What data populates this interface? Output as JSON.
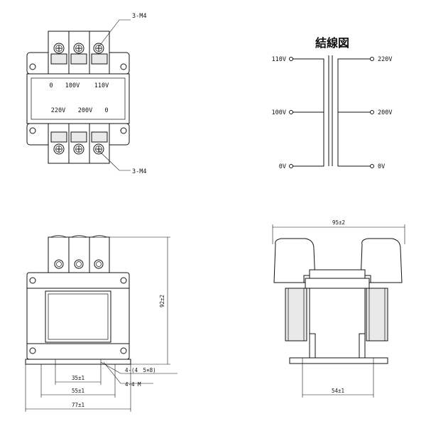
{
  "top_view": {
    "screw_label_top": "3-M4",
    "screw_label_bottom": "3-M4",
    "primary_row": [
      "0",
      "100V",
      "110V"
    ],
    "secondary_row": [
      "220V",
      "200V",
      "0"
    ]
  },
  "wiring": {
    "title": "結線図",
    "left_terminals": [
      "110V",
      "100V",
      "0V"
    ],
    "right_terminals": [
      "220V",
      "200V",
      "0V"
    ]
  },
  "front_view": {
    "height_dim": "92±2",
    "hole_spacing_dim": "35±1",
    "mount_spacing_dim": "55±1",
    "base_width_dim": "77±1",
    "slot_label": "4-(4　5×8)",
    "thread_label": "4-4 M"
  },
  "side_view": {
    "overall_width_dim": "95±2",
    "base_depth_dim": "54±1"
  }
}
